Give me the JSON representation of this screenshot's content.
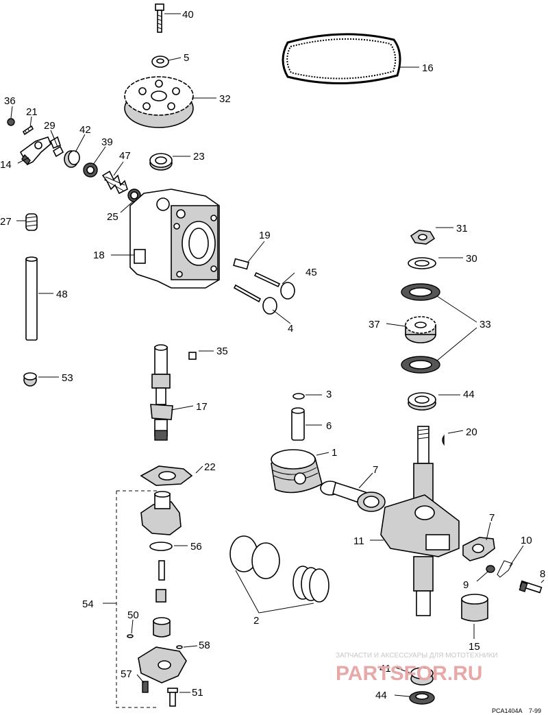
{
  "callouts": [
    {
      "id": "c40",
      "text": "40"
    },
    {
      "id": "c5",
      "text": "5"
    },
    {
      "id": "c16",
      "text": "16"
    },
    {
      "id": "c32",
      "text": "32"
    },
    {
      "id": "c36",
      "text": "36"
    },
    {
      "id": "c21",
      "text": "21"
    },
    {
      "id": "c29",
      "text": "29"
    },
    {
      "id": "c42",
      "text": "42"
    },
    {
      "id": "c39",
      "text": "39"
    },
    {
      "id": "c47",
      "text": "47"
    },
    {
      "id": "c14",
      "text": "14"
    },
    {
      "id": "c23",
      "text": "23"
    },
    {
      "id": "c27",
      "text": "27"
    },
    {
      "id": "c25",
      "text": "25"
    },
    {
      "id": "c18",
      "text": "18"
    },
    {
      "id": "c19",
      "text": "19"
    },
    {
      "id": "c45",
      "text": "45"
    },
    {
      "id": "c4",
      "text": "4"
    },
    {
      "id": "c31",
      "text": "31"
    },
    {
      "id": "c30",
      "text": "30"
    },
    {
      "id": "c48",
      "text": "48"
    },
    {
      "id": "c37",
      "text": "37"
    },
    {
      "id": "c33",
      "text": "33"
    },
    {
      "id": "c35",
      "text": "35"
    },
    {
      "id": "c53",
      "text": "53"
    },
    {
      "id": "c17",
      "text": "17"
    },
    {
      "id": "c3",
      "text": "3"
    },
    {
      "id": "c44a",
      "text": "44"
    },
    {
      "id": "c6",
      "text": "6"
    },
    {
      "id": "c20",
      "text": "20"
    },
    {
      "id": "c1",
      "text": "1"
    },
    {
      "id": "c22",
      "text": "22"
    },
    {
      "id": "c7a",
      "text": "7"
    },
    {
      "id": "c56",
      "text": "56"
    },
    {
      "id": "c11",
      "text": "11"
    },
    {
      "id": "c7b",
      "text": "7"
    },
    {
      "id": "c10",
      "text": "10"
    },
    {
      "id": "c54",
      "text": "54"
    },
    {
      "id": "c8",
      "text": "8"
    },
    {
      "id": "c9",
      "text": "9"
    },
    {
      "id": "c2",
      "text": "2"
    },
    {
      "id": "c50",
      "text": "50"
    },
    {
      "id": "c58",
      "text": "58"
    },
    {
      "id": "c15",
      "text": "15"
    },
    {
      "id": "c41",
      "text": "41"
    },
    {
      "id": "c57",
      "text": "57"
    },
    {
      "id": "c51",
      "text": "51"
    },
    {
      "id": "c44b",
      "text": "44"
    }
  ],
  "watermark": {
    "line1": "ЗАПЧАСТИ И АКСЕССУАРЫ ДЛЯ МОТОТЕХНИКИ",
    "line2": "PARTSFOR.RU"
  },
  "figure_id": "PCA1404A",
  "figure_date": "7-99"
}
